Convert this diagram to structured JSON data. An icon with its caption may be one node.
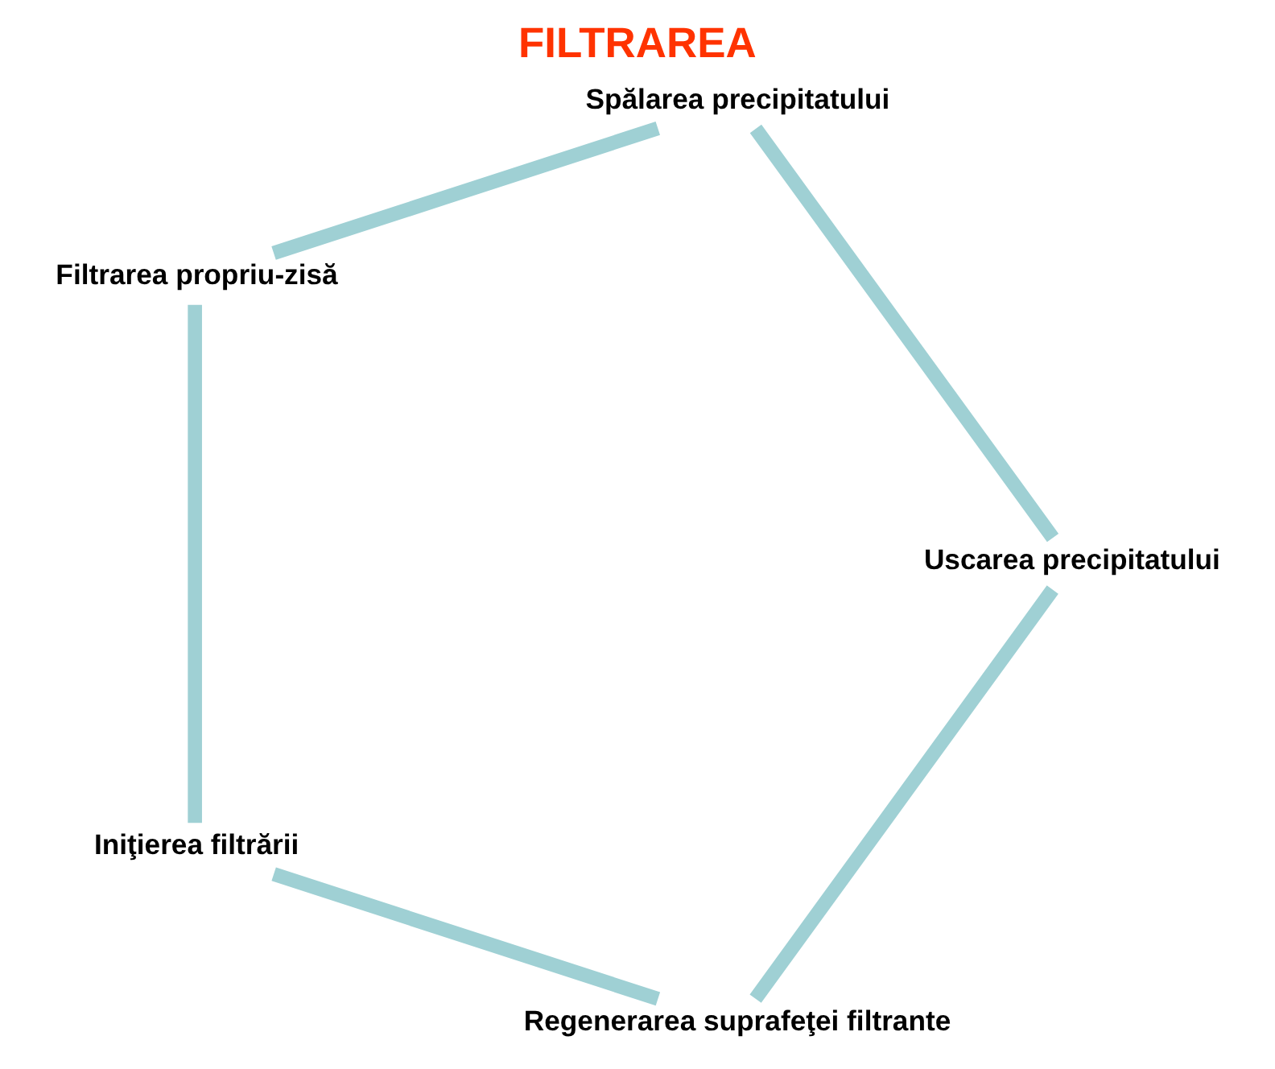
{
  "diagram": {
    "title": "FILTRAREA",
    "nodes": [
      {
        "text": [
          "Regenerarea suprafeţei filtrante"
        ]
      },
      {
        "text": [
          "Iniţierea filtrării"
        ]
      },
      {
        "text": [
          "Filtrarea propriu-zisă"
        ]
      },
      {
        "text": [
          "Uscarea precipitatului"
        ]
      },
      {
        "text": [
          "Spălarea precipitatului"
        ]
      }
    ],
    "edges": [
      {
        "from": 1,
        "to": 2,
        "arrow": "none"
      },
      {
        "from": 2,
        "to": 4,
        "arrow": "none"
      },
      {
        "from": 4,
        "to": 3,
        "arrow": "none"
      },
      {
        "from": 3,
        "to": 0,
        "arrow": "none"
      },
      {
        "from": 0,
        "to": 1,
        "arrow": "none"
      }
    ]
  }
}
